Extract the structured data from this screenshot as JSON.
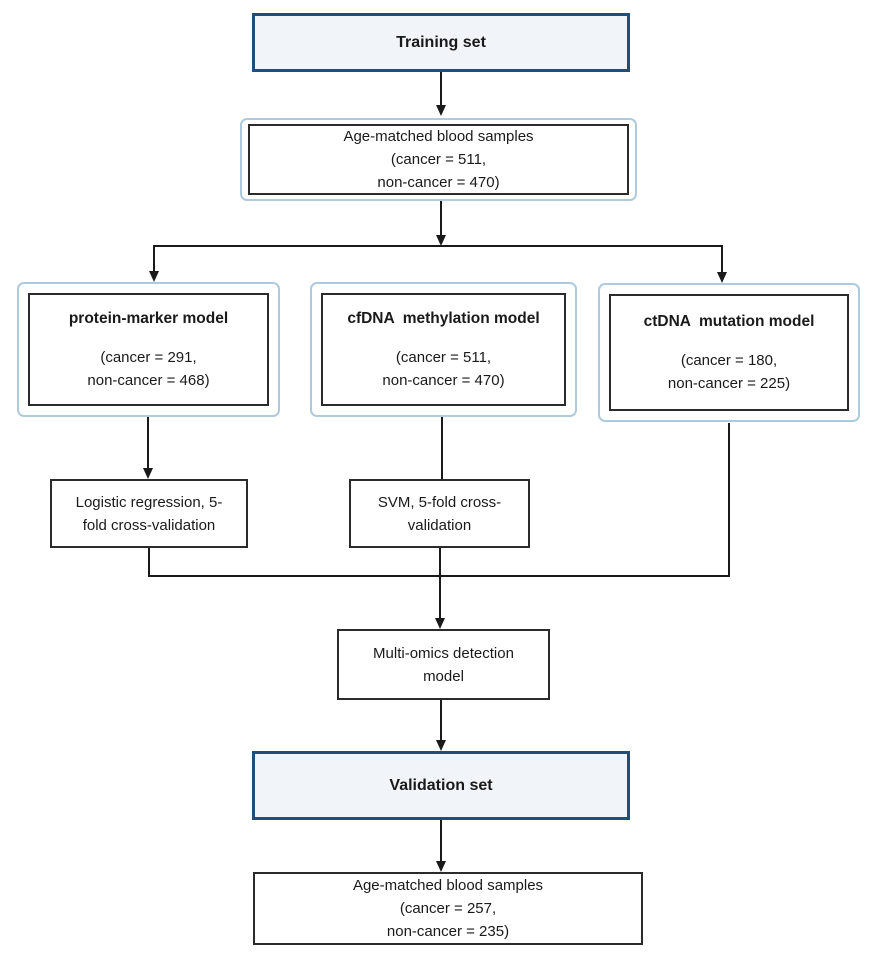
{
  "colors": {
    "navy_border": "#1f4e79",
    "header_fill": "#f1f5fa",
    "light_blue_border": "#aecbdd",
    "box_border": "#2b2b2b",
    "ink": "#1a1a1a"
  },
  "nodes": {
    "training": {
      "label": "Training set"
    },
    "training_samples": {
      "text": "Age-matched blood samples\n(cancer = 511,\nnon-cancer = 470)"
    },
    "protein": {
      "title": "protein-marker model",
      "counts": "(cancer = 291,\nnon-cancer = 468)"
    },
    "methylation": {
      "title": "cfDNA  methylation model",
      "counts": "(cancer = 511,\nnon-cancer = 470)"
    },
    "mutation": {
      "title": "ctDNA  mutation model",
      "counts": "(cancer = 180,\nnon-cancer = 225)"
    },
    "logistic": {
      "text": "Logistic regression, 5-\nfold cross-validation"
    },
    "svm": {
      "text": "SVM, 5-fold cross-\nvalidation"
    },
    "multiomics": {
      "text": "Multi-omics detection\nmodel"
    },
    "validation": {
      "label": "Validation set"
    },
    "validation_samples": {
      "text": "Age-matched blood samples\n(cancer = 257,\nnon-cancer = 235)"
    }
  }
}
